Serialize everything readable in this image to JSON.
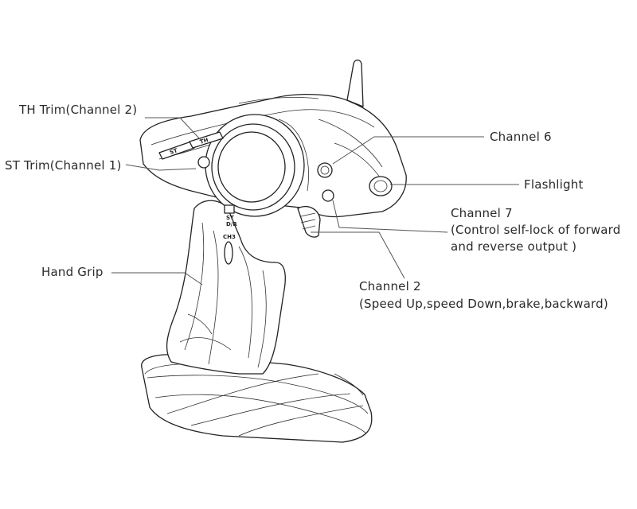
{
  "labels": {
    "th_trim": "TH Trim(Channel 2)",
    "st_trim": "ST Trim(Channel 1)",
    "hand_grip": "Hand Grip",
    "channel6": "Channel 6",
    "flashlight": "Flashlight",
    "channel7_title": "Channel 7",
    "channel7_desc1": "(Control self-lock of forward",
    "channel7_desc2": "and reverse output )",
    "channel2_title": "Channel 2",
    "channel2_desc": "(Speed Up,speed Down,brake,backward)"
  },
  "device_marks": {
    "st_button": "ST",
    "th_button": "TH",
    "st_dr": "ST\nD/R",
    "ch3": "CH3"
  }
}
